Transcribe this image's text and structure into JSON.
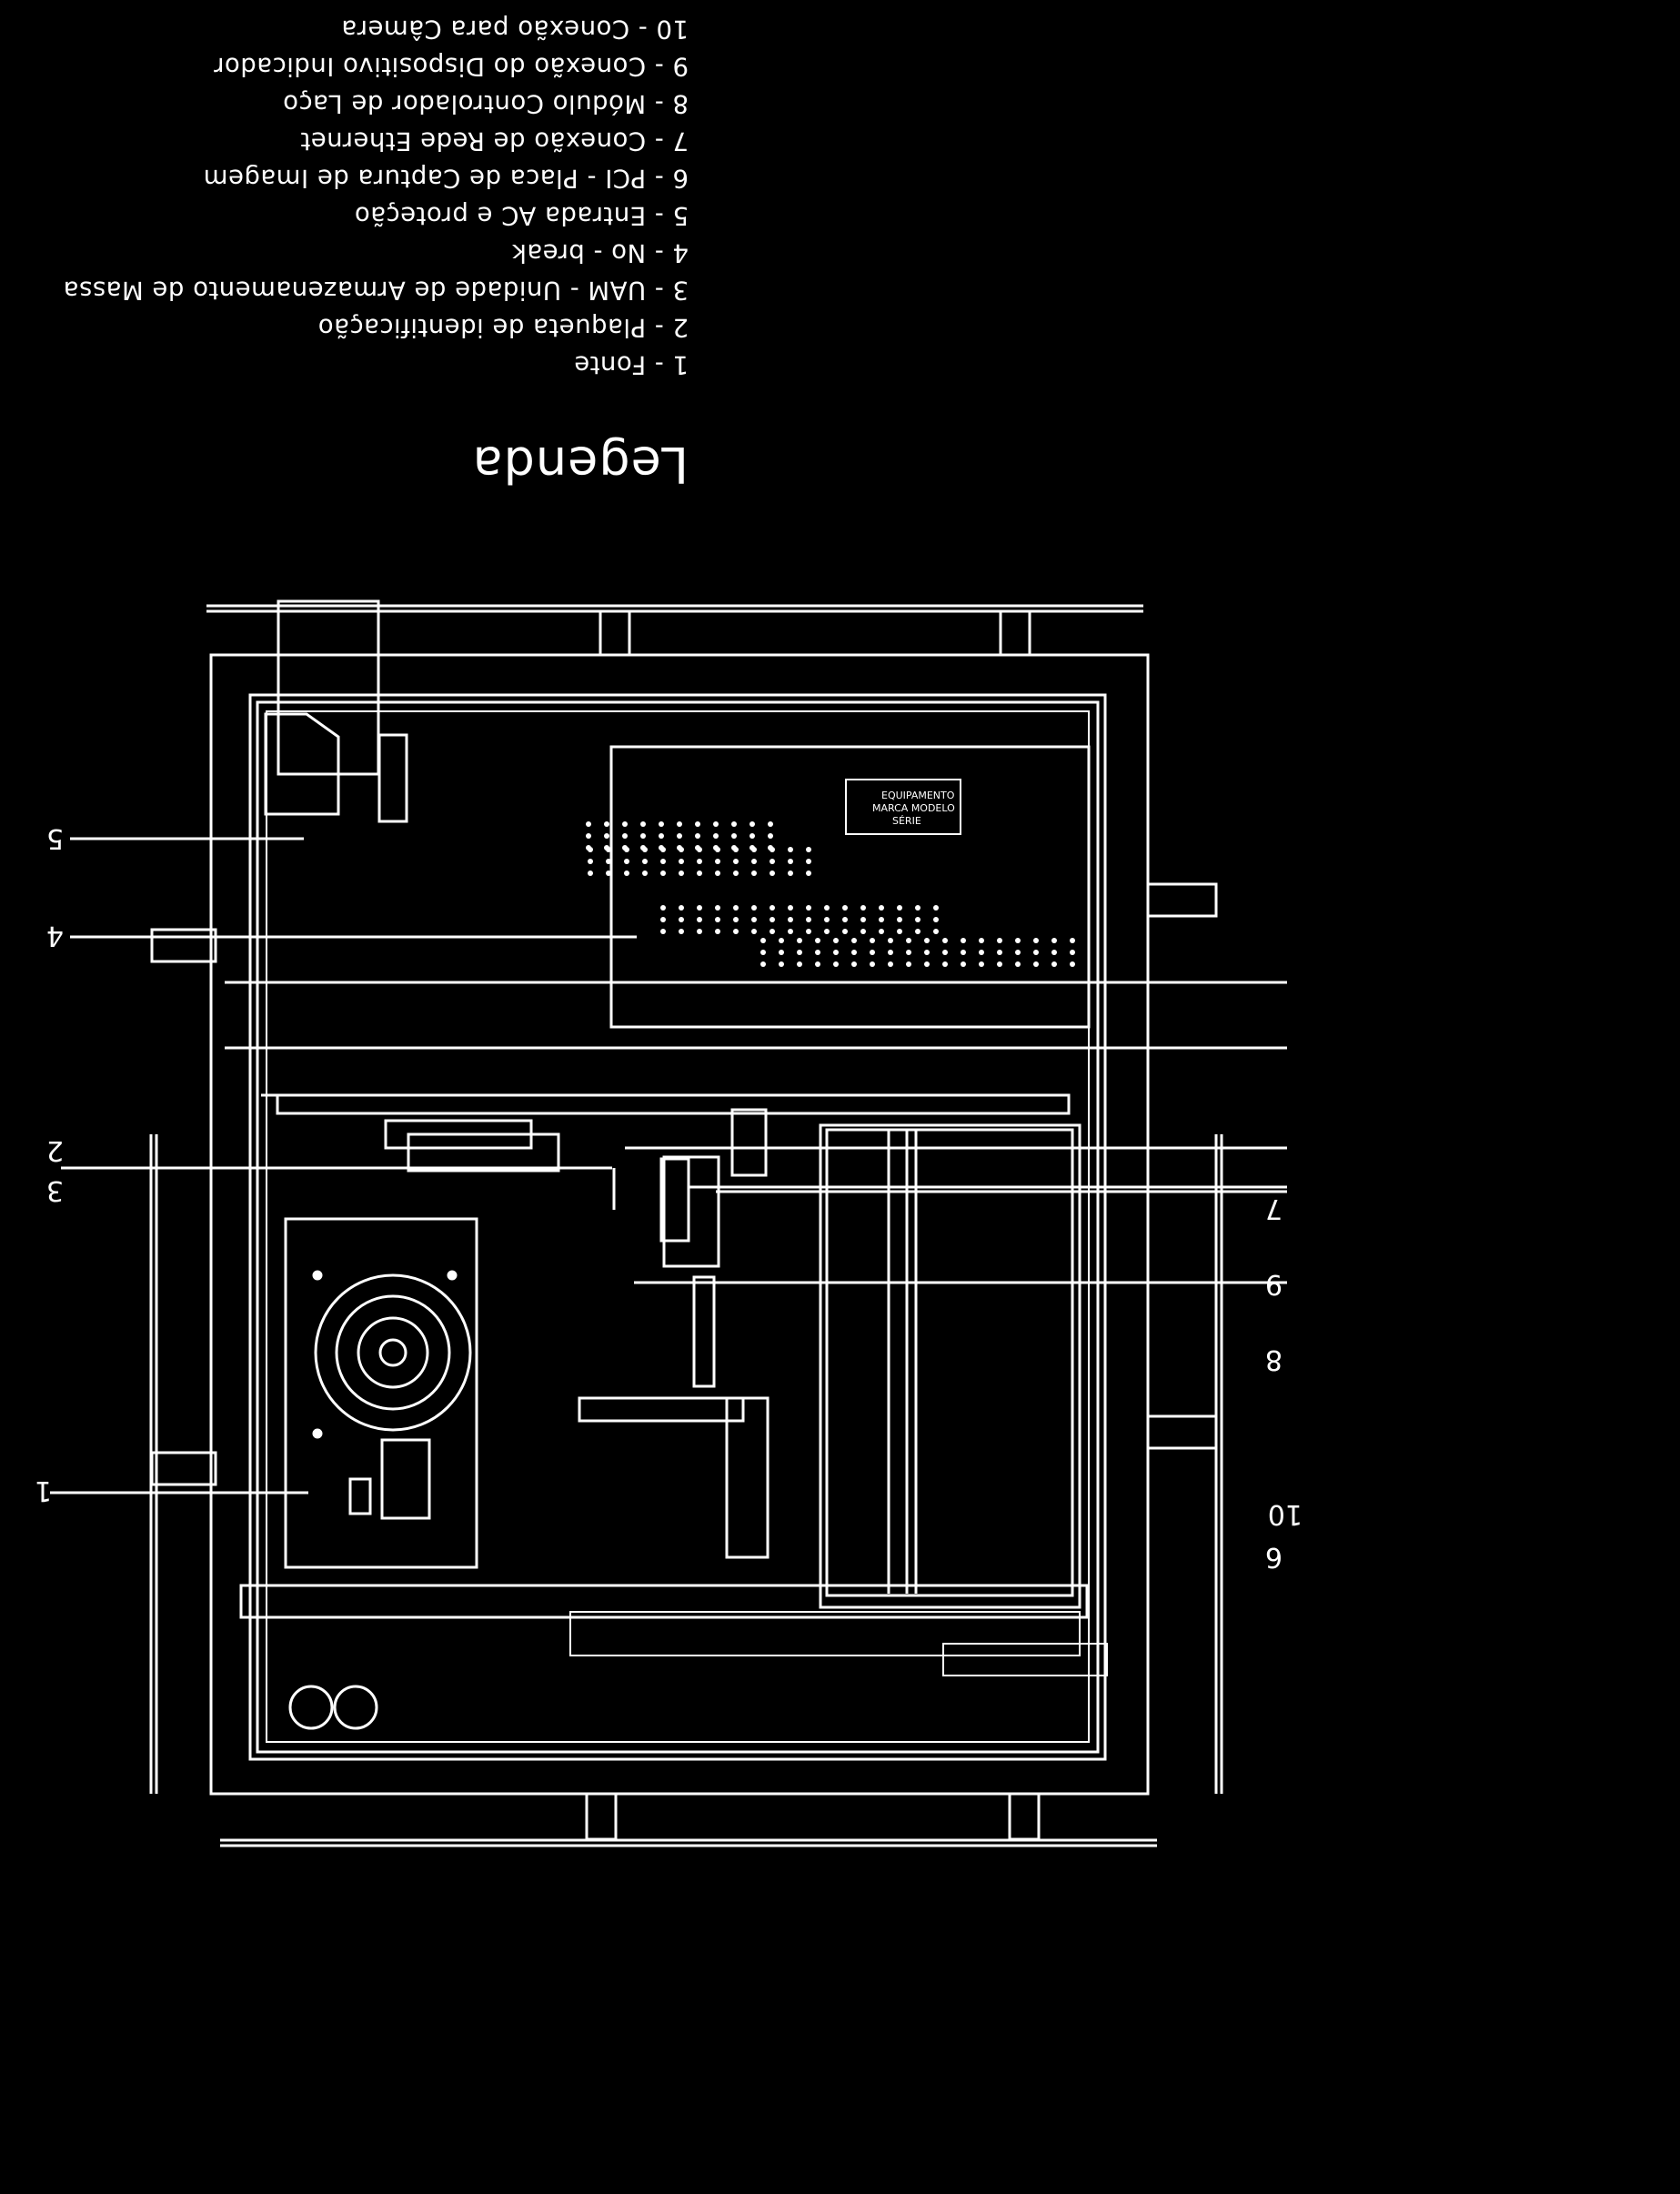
{
  "legend": {
    "title": "Legenda",
    "items": [
      {
        "number": "1",
        "label": "1 - Fonte"
      },
      {
        "number": "2",
        "label": "2 - Plaqueta de identificação"
      },
      {
        "number": "3",
        "label": "3 - UAM - Unidade de Armazenamento de Massa"
      },
      {
        "number": "4",
        "label": "4 - No - break"
      },
      {
        "number": "5",
        "label": "5 - Entrada AC e proteção"
      },
      {
        "number": "6",
        "label": "6 - PCI - Placa de Captura de Imagem"
      },
      {
        "number": "7",
        "label": "7 - Conexão de Rede Ethernet"
      },
      {
        "number": "8",
        "label": "8 - Módulo Controlador de Laço"
      },
      {
        "number": "9",
        "label": "9 - Conexão do Dispositivo Indicador"
      },
      {
        "number": "10",
        "label": "10 - Conexão para Câmera"
      }
    ]
  },
  "diagram": {
    "id_plate_lines": [
      "EQUIPAMENTO",
      "MARCA MODELO",
      "SÉRIE"
    ],
    "callouts": [
      "1",
      "2",
      "3",
      "4",
      "5",
      "6",
      "7",
      "8",
      "9",
      "10"
    ]
  },
  "colors": {
    "background": "#000000",
    "line": "#ffffff"
  }
}
